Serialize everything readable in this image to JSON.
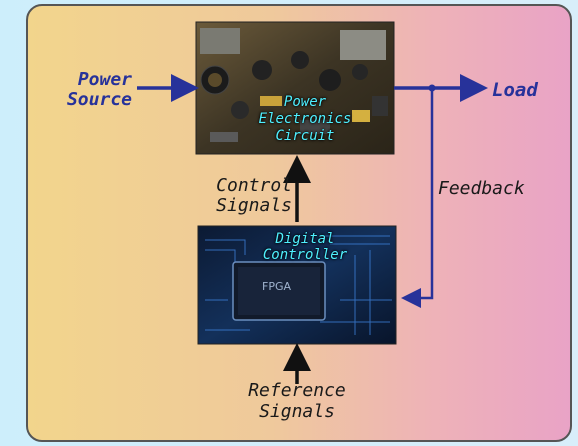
{
  "diagram": {
    "power_source": [
      "Power",
      "Source"
    ],
    "load": "Load",
    "power_electronics": [
      "Power",
      "Electronics",
      "Circuit"
    ],
    "control_signals": [
      "Control",
      "Signals"
    ],
    "feedback": "Feedback",
    "digital_controller": [
      "Digital",
      "Controller"
    ],
    "chip_label": "FPGA",
    "reference_signals": [
      "Reference",
      "Signals"
    ]
  },
  "colors": {
    "arrow_blue": "#27329a",
    "arrow_black": "#111111",
    "block_text": "#4ff0ff"
  }
}
